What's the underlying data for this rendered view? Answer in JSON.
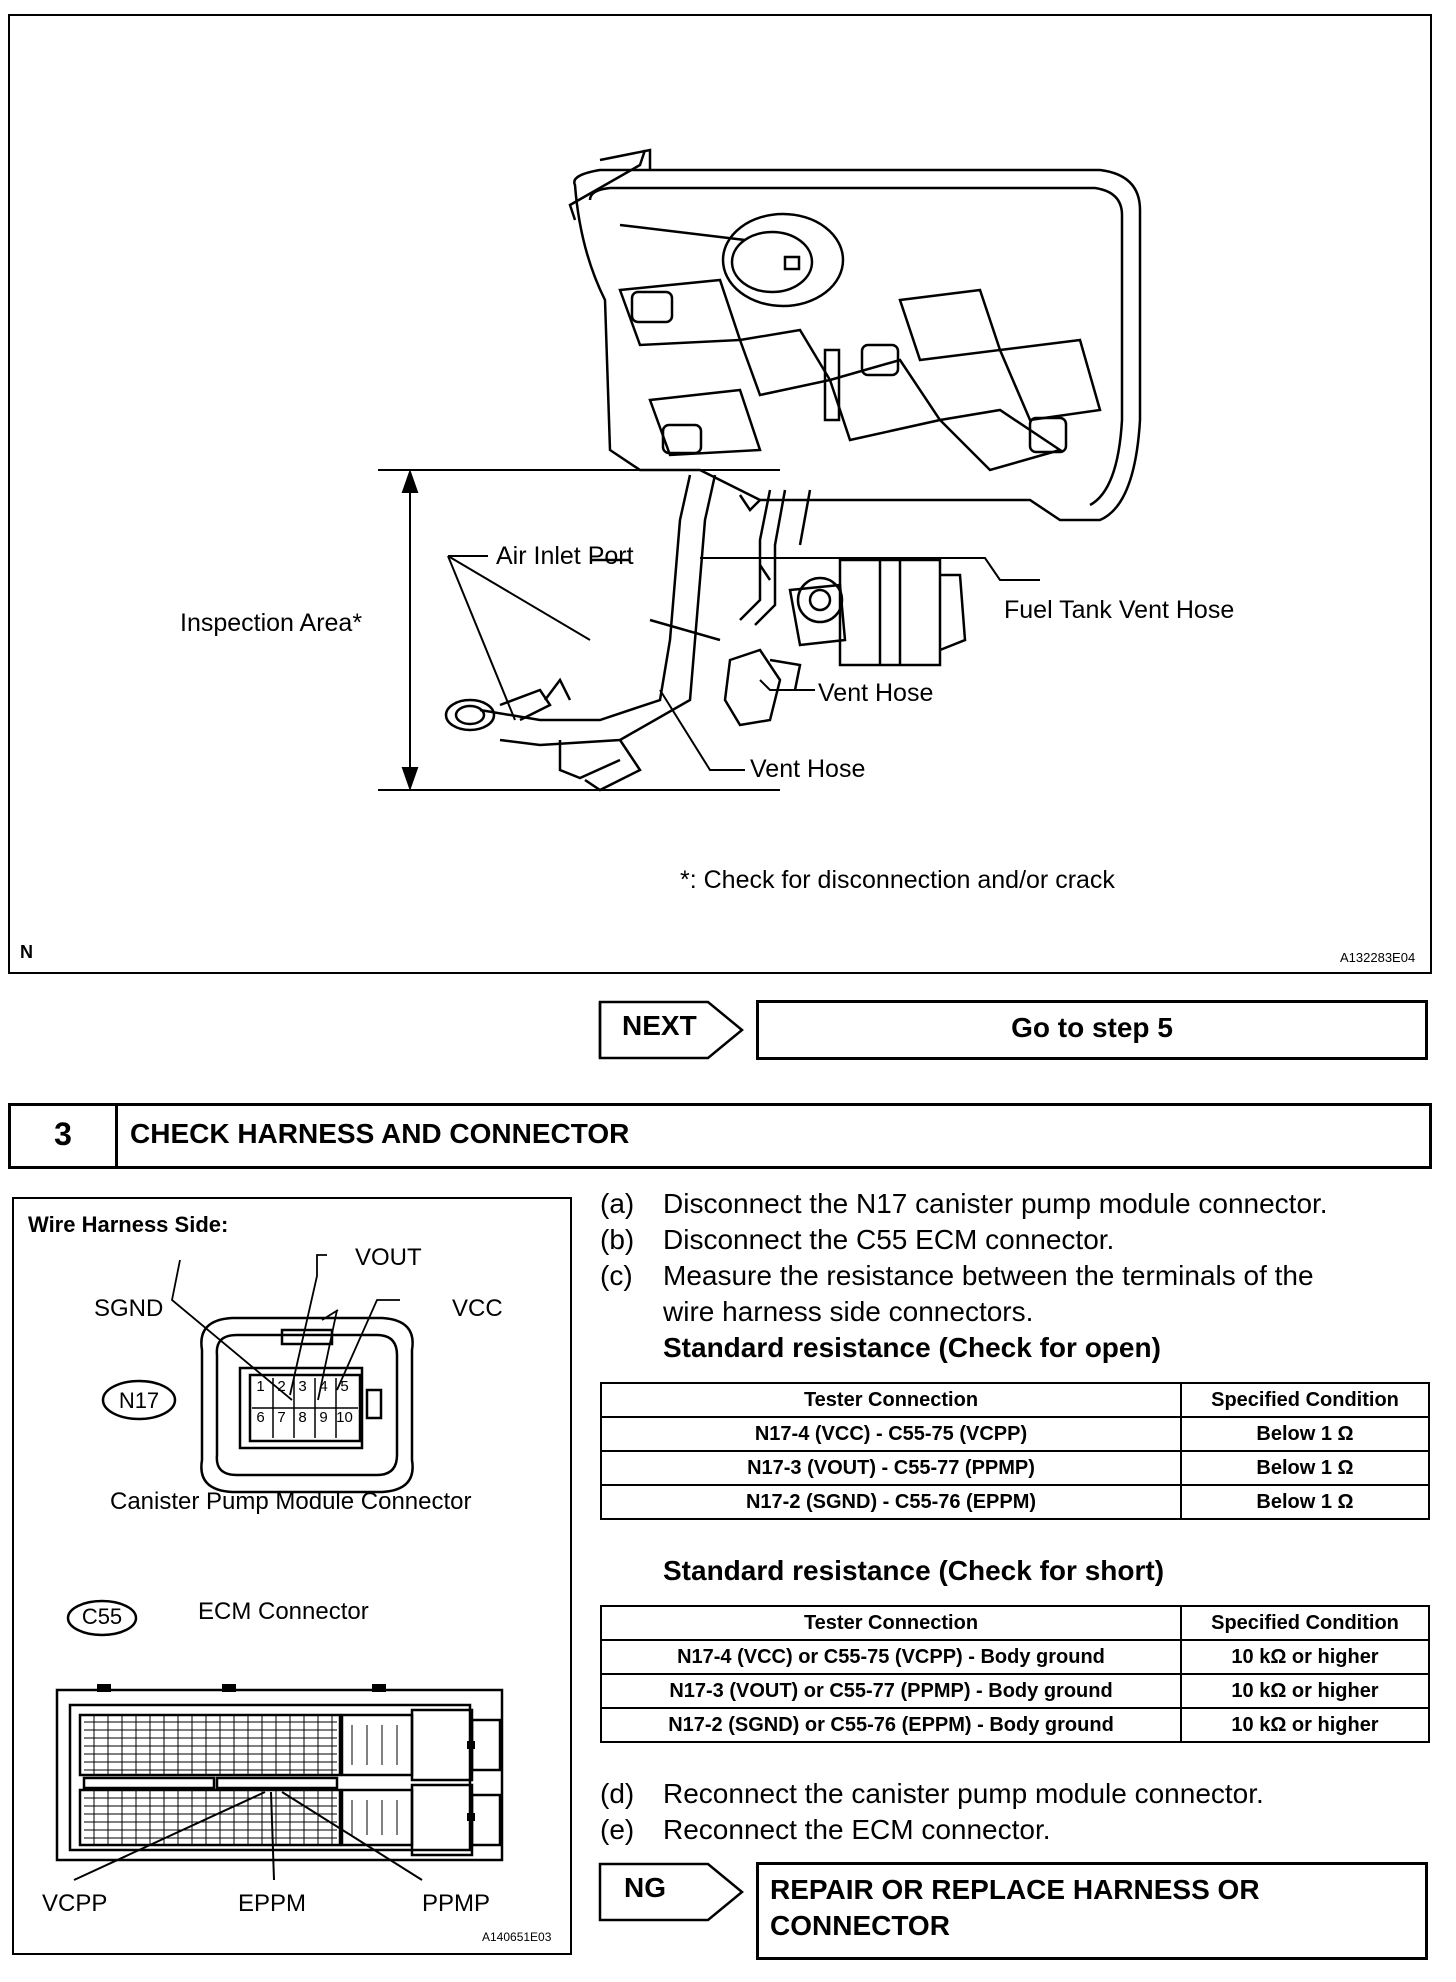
{
  "figure1": {
    "labels": {
      "air_inlet_port": "Air Inlet Port",
      "inspection_area": "Inspection Area*",
      "fuel_tank_vent_hose": "Fuel Tank Vent Hose",
      "vent_hose_1": "Vent Hose",
      "vent_hose_2": "Vent Hose",
      "footnote": "*: Check for disconnection and/or crack",
      "corner_n": "N",
      "figure_id": "A132283E04"
    }
  },
  "next_bar": {
    "label": "NEXT",
    "target": "Go to step 5"
  },
  "step3": {
    "number": "3",
    "title": "CHECK HARNESS AND CONNECTOR",
    "figure": {
      "title": "Wire Harness Side:",
      "vout": "VOUT",
      "sgnd": "SGND",
      "vcc": "VCC",
      "n17_tag": "N17",
      "n17_caption": "Canister Pump Module Connector",
      "pins_top": [
        "1",
        "2",
        "3",
        "4",
        "5"
      ],
      "pins_bottom": [
        "6",
        "7",
        "8",
        "9",
        "10"
      ],
      "c55_tag": "C55",
      "c55_caption": "ECM Connector",
      "vcpp": "VCPP",
      "eppm": "EPPM",
      "ppmp": "PPMP",
      "figure_id": "A140651E03"
    },
    "instructions": [
      {
        "letter": "(a)",
        "lines": [
          "Disconnect the N17 canister pump module connector."
        ]
      },
      {
        "letter": "(b)",
        "lines": [
          "Disconnect the C55 ECM connector."
        ]
      },
      {
        "letter": "(c)",
        "lines": [
          "Measure the resistance between the terminals of the",
          "wire harness side connectors."
        ]
      }
    ],
    "open_table": {
      "title": "Standard resistance (Check for open)",
      "headers": [
        "Tester Connection",
        "Specified Condition"
      ],
      "rows": [
        [
          "N17-4 (VCC) - C55-75 (VCPP)",
          "Below 1 Ω"
        ],
        [
          "N17-3 (VOUT) - C55-77 (PPMP)",
          "Below 1 Ω"
        ],
        [
          "N17-2 (SGND) - C55-76 (EPPM)",
          "Below 1 Ω"
        ]
      ]
    },
    "short_table": {
      "title": "Standard resistance (Check for short)",
      "headers": [
        "Tester Connection",
        "Specified Condition"
      ],
      "rows": [
        [
          "N17-4 (VCC) or C55-75 (VCPP) - Body ground",
          "10 kΩ or higher"
        ],
        [
          "N17-3 (VOUT) or C55-77 (PPMP) - Body ground",
          "10 kΩ or higher"
        ],
        [
          "N17-2 (SGND) or C55-76 (EPPM) - Body ground",
          "10 kΩ or higher"
        ]
      ]
    },
    "after": [
      {
        "letter": "(d)",
        "lines": [
          "Reconnect the canister pump module connector."
        ]
      },
      {
        "letter": "(e)",
        "lines": [
          "Reconnect the ECM connector."
        ]
      }
    ],
    "ng_bar": {
      "label": "NG",
      "lines": [
        "REPAIR OR REPLACE HARNESS OR",
        "CONNECTOR"
      ]
    }
  }
}
